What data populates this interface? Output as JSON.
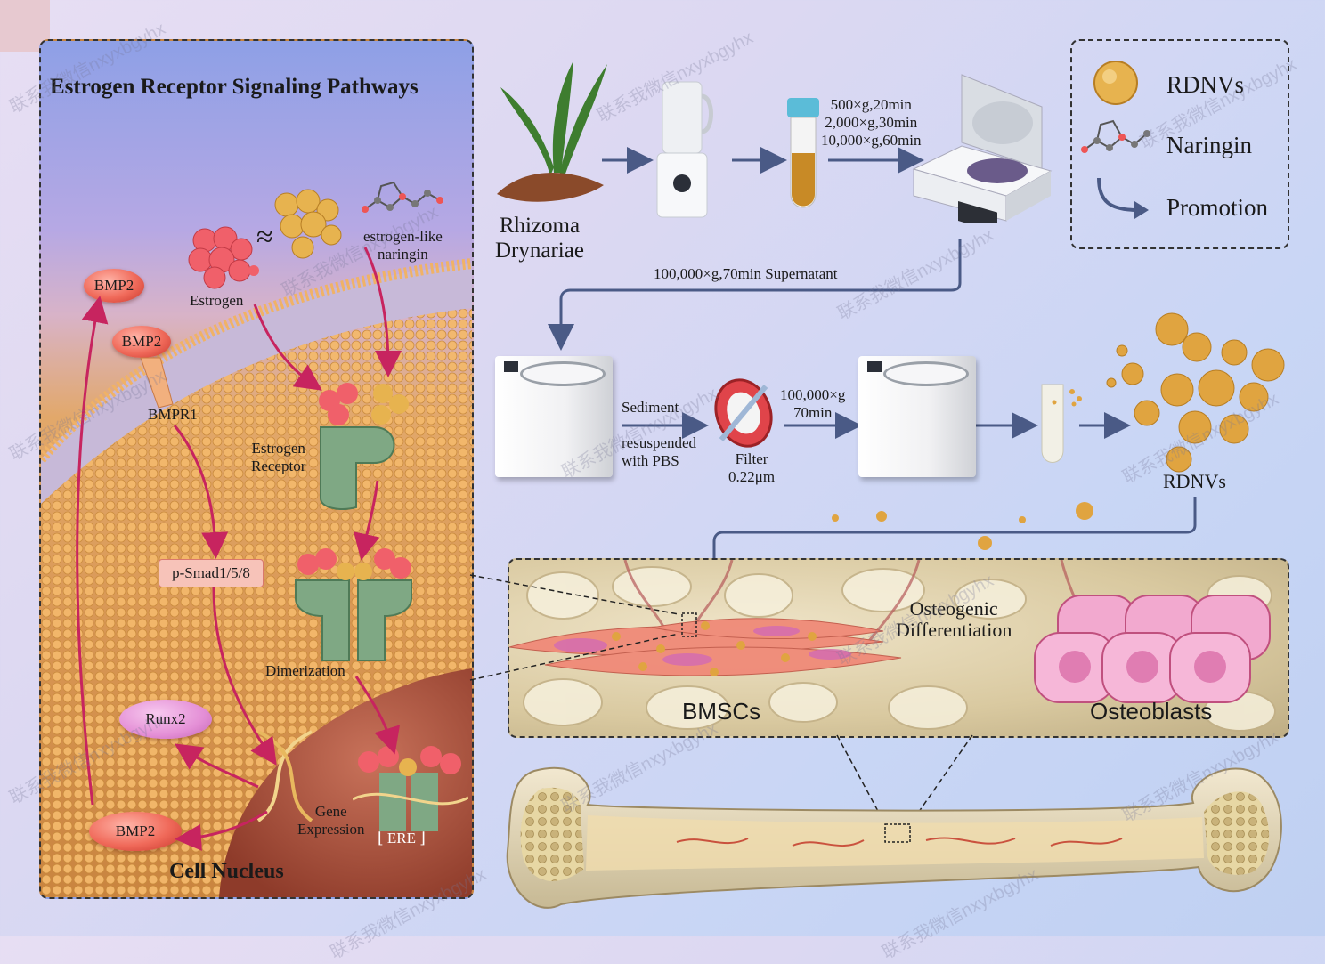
{
  "pathway": {
    "title": "Estrogen Receptor Signaling Pathways",
    "approx_symbol": "≈",
    "estrogen_like_line1": "estrogen-like",
    "estrogen_like_line2": "naringin",
    "estrogen": "Estrogen",
    "bmp2_top": "BMP2",
    "bmp2_receptor": "BMP2",
    "bmpr1": "BMPR1",
    "estrogen_receptor_line1": "Estrogen",
    "estrogen_receptor_line2": "Receptor",
    "psmad": "p-Smad1/5/8",
    "dimerization": "Dimerization",
    "runx2": "Runx2",
    "bmp2_bottom": "BMP2",
    "gene_expression_line1": "Gene",
    "gene_expression_line2": "Expression",
    "ere": "ERE",
    "cell_nucleus": "Cell Nucleus"
  },
  "process": {
    "source_line1": "Rhizoma",
    "source_line2": "Drynariae",
    "spin1": "500×g,20min",
    "spin2": "2,000×g,30min",
    "spin3": "10,000×g,60min",
    "ultracentrifuge": "100,000×g,70min  Supernatant",
    "sediment": "Sediment",
    "resuspended_line1": "resuspended",
    "resuspended_line2": "with PBS",
    "filter_line1": "Filter",
    "filter_line2": "0.22μm",
    "spin4_line1": "100,000×g",
    "spin4_line2": "70min",
    "product": "RDNVs"
  },
  "legend": {
    "rdnvs": "RDNVs",
    "naringin": "Naringin",
    "promotion": "Promotion"
  },
  "marrow": {
    "bmscs": "BMSCs",
    "osteogenic_line1": "Osteogenic",
    "osteogenic_line2": "Differentiation",
    "osteoblasts": "Osteoblasts"
  },
  "watermark": {
    "text": "联系我微信nxyxbgyhx"
  },
  "colors": {
    "arrow_blue": "#4a5a86",
    "arrow_magenta": "#c7245f",
    "vesicle": "#e0a440",
    "estrogen": "#f0606a",
    "receptor_green": "#7fa884"
  }
}
